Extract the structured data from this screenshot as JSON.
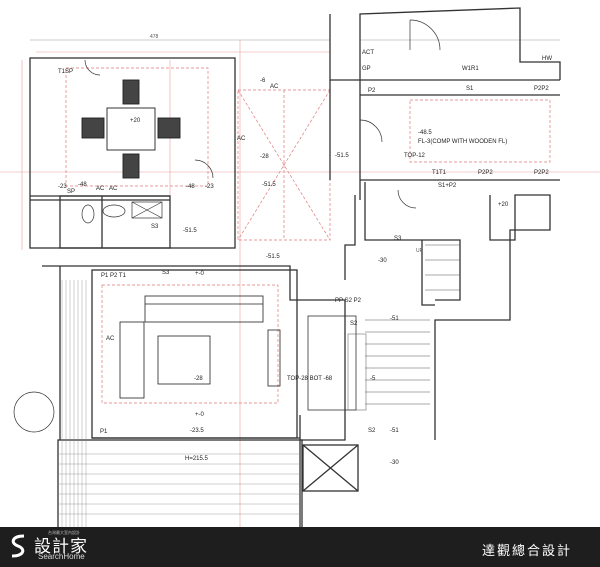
{
  "labels": {
    "act": "ACT",
    "gp": "GP",
    "hw": "HW",
    "w1r1": "W1R1",
    "s1_top": "S1",
    "p2p2_top": "P2P2",
    "p2_top": "P2",
    "fl_level": "-48.5",
    "fl_note": "FL-3(COMP WITH WOODEN FL)",
    "top12": "TOP-12",
    "lvl_515_right": "-51.5",
    "t1t1": "T1T1",
    "p2p2_a": "P2P2",
    "p2p2_b": "P2P2",
    "s1p2": "S1+P2",
    "plus20_right": "+20",
    "t1sp": "T1SP",
    "ac_top": "AC",
    "minus6": "-6",
    "ac_mid": "AC",
    "plus20_dining": "+20",
    "minus28_center": "-28",
    "minus48_a": "-48",
    "minus48_b": "-48",
    "minus23_a": "-23",
    "minus23_b": "-23",
    "sp_left": "SP",
    "ac_left": "AC",
    "ac_b": "AC",
    "lvl_515_mid": "-51.5",
    "s3_bath": "S3",
    "lvl_515_bath": "-51.5",
    "lvl_515_hall": "-51.5",
    "s3_stair": "S3",
    "up": "UP",
    "minus30_a": "-30",
    "p1p2t1": "P1 P2 T1",
    "s3_living": "S3",
    "plus0_a": "+-0",
    "ppsp2": "PP S2 P2",
    "minus51_a": "-51",
    "s2_a": "S2",
    "ac_living": "AC",
    "minus28_living": "-28",
    "top28": "TOP-28 BOT -68",
    "minus5": "-5",
    "minus51_b": "-51",
    "s2_b": "S2",
    "minus30_b": "-30",
    "plus0_b": "+-0",
    "p1": "P1",
    "minus23_5": "-23.5",
    "h215": "H=215.5",
    "dim_top": "478"
  },
  "footer": {
    "logo_main": "設計家",
    "logo_sub": "SearchHome",
    "logo_tiny": "台灣最大室內設計",
    "designer": "達觀總合設計"
  },
  "colors": {
    "wall": "#333333",
    "dim": "#b44",
    "guide": "#e8a0a0",
    "hatch": "#666666",
    "footer_bg": "#1e1e1e"
  }
}
